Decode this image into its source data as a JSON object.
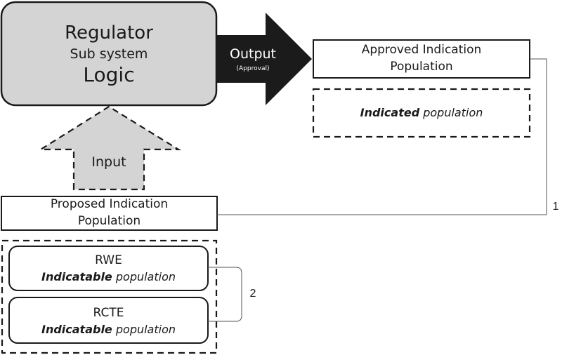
{
  "regulator": {
    "line1": "Regulator",
    "line2": "Sub system",
    "line3": "Logic"
  },
  "output_arrow": {
    "label": "Output",
    "sublabel": "(Approval)"
  },
  "approved_box": {
    "line1": "Approved Indication",
    "line2": "Population"
  },
  "indicated_box": {
    "bold": "Indicated",
    "rest": " population"
  },
  "input_arrow": {
    "label": "Input"
  },
  "proposed_box": {
    "line1": "Proposed Indication",
    "line2": "Population"
  },
  "rwe_box": {
    "title": "RWE",
    "bold": "Indicatable",
    "rest": " population"
  },
  "rcte_box": {
    "title": "RCTE",
    "bold": "Indicatable",
    "rest": " population"
  },
  "connector_labels": {
    "one": "1",
    "two": "2"
  },
  "colors": {
    "regulator_fill": "#d4d4d4",
    "input_fill": "#d4d4d4",
    "output_fill": "#1b1b1b",
    "stroke": "#1a1a1a"
  }
}
